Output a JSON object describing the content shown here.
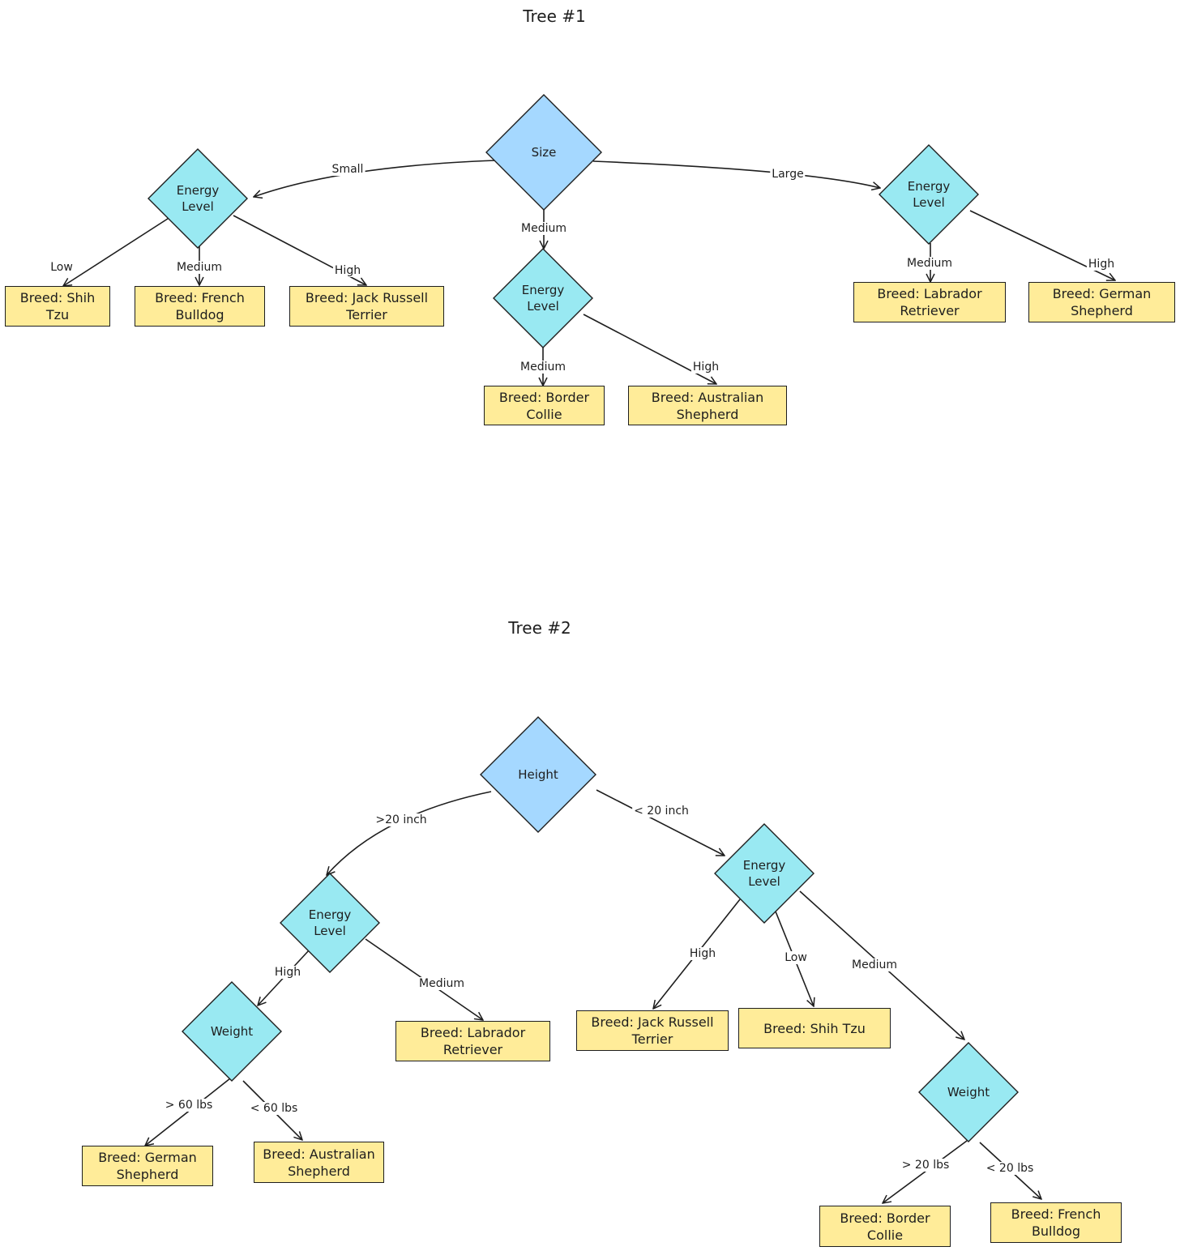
{
  "tree1": {
    "title": "Tree #1",
    "root": {
      "label": "Size"
    },
    "energy_small": {
      "label": "Energy\nLevel"
    },
    "energy_medium": {
      "label": "Energy\nLevel"
    },
    "energy_large": {
      "label": "Energy\nLevel"
    },
    "edges": {
      "small": "Small",
      "medium": "Medium",
      "large": "Large",
      "small_low": "Low",
      "small_medium": "Medium",
      "small_high": "High",
      "medium_medium": "Medium",
      "medium_high": "High",
      "large_medium": "Medium",
      "large_high": "High"
    },
    "leaves": {
      "shih_tzu": "Breed: Shih\nTzu",
      "french_bulldog": "Breed: French\nBulldog",
      "jack_russell": "Breed: Jack Russell\nTerrier",
      "border_collie": "Breed: Border\nCollie",
      "australian_shepherd": "Breed: Australian\nShepherd",
      "labrador": "Breed: Labrador\nRetriever",
      "german_shepherd": "Breed: German\nShepherd"
    }
  },
  "tree2": {
    "title": "Tree #2",
    "root": {
      "label": "Height"
    },
    "energy_left": {
      "label": "Energy\nLevel"
    },
    "energy_right": {
      "label": "Energy\nLevel"
    },
    "weight_left": {
      "label": "Weight"
    },
    "weight_right": {
      "label": "Weight"
    },
    "edges": {
      "gt20inch": ">20 inch",
      "lt20inch": "< 20 inch",
      "left_high": "High",
      "left_medium": "Medium",
      "right_high": "High",
      "right_low": "Low",
      "right_medium": "Medium",
      "gt60": "> 60 lbs",
      "lt60": "< 60 lbs",
      "gt20lbs": "> 20 lbs",
      "lt20lbs": "< 20 lbs"
    },
    "leaves": {
      "german_shepherd": "Breed: German\nShepherd",
      "australian_shepherd": "Breed: Australian\nShepherd",
      "labrador": "Breed: Labrador\nRetriever",
      "jack_russell": "Breed: Jack Russell\nTerrier",
      "shih_tzu": "Breed: Shih Tzu",
      "border_collie": "Breed: Border\nCollie",
      "french_bulldog": "Breed: French\nBulldog"
    }
  },
  "colors": {
    "root_fill": "#a5d8ff",
    "node_fill": "#99e9f2",
    "leaf_fill": "#ffec99",
    "stroke": "#1e1e1e"
  }
}
